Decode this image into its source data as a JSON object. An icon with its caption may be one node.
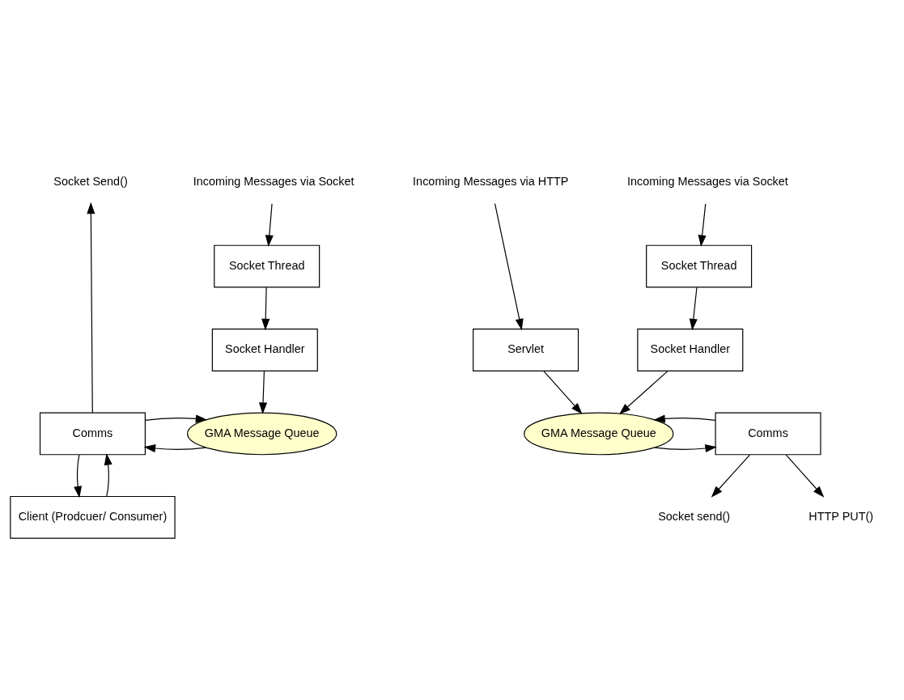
{
  "diagram": {
    "nodes": [
      {
        "text": [
          "Socket Send()"
        ]
      },
      {
        "text": [
          "Incoming Messages via Socket"
        ]
      },
      {
        "text": [
          "Socket Thread"
        ]
      },
      {
        "text": [
          "Socket Handler"
        ]
      },
      {
        "text": [
          "GMA Message Queue"
        ]
      },
      {
        "text": [
          "Comms"
        ]
      },
      {
        "text": [
          "Client (Prodcuer/ Consumer)"
        ]
      },
      {
        "text": [
          "Incoming Messages via HTTP"
        ]
      },
      {
        "text": [
          "Incoming Messages via Socket"
        ]
      },
      {
        "text": [
          "Servlet"
        ]
      },
      {
        "text": [
          "Socket Thread"
        ]
      },
      {
        "text": [
          "Socket Handler"
        ]
      },
      {
        "text": [
          "Comms"
        ]
      },
      {
        "text": [
          "GMA Message Queue"
        ]
      },
      {
        "text": [
          "Socket send()"
        ]
      },
      {
        "text": [
          "HTTP PUT()"
        ]
      }
    ],
    "edges": [
      {
        "from": 5,
        "to": 0,
        "arrow": "to"
      },
      {
        "from": 1,
        "to": 2,
        "arrow": "to"
      },
      {
        "from": 2,
        "to": 3,
        "arrow": "to"
      },
      {
        "from": 3,
        "to": 4,
        "arrow": "to"
      },
      {
        "from": 4,
        "to": 5,
        "arrow": "to"
      },
      {
        "from": 5,
        "to": 4,
        "arrow": "to"
      },
      {
        "from": 5,
        "to": 6,
        "arrow": "to"
      },
      {
        "from": 6,
        "to": 5,
        "arrow": "to"
      },
      {
        "from": 7,
        "to": 9,
        "arrow": "to"
      },
      {
        "from": 8,
        "to": 10,
        "arrow": "to"
      },
      {
        "from": 10,
        "to": 11,
        "arrow": "to"
      },
      {
        "from": 9,
        "to": 13,
        "arrow": "to"
      },
      {
        "from": 11,
        "to": 13,
        "arrow": "to"
      },
      {
        "from": 13,
        "to": 12,
        "arrow": "to"
      },
      {
        "from": 12,
        "to": 13,
        "arrow": "to"
      },
      {
        "from": 12,
        "to": 14,
        "arrow": "to"
      },
      {
        "from": 12,
        "to": 15,
        "arrow": "to"
      }
    ]
  }
}
